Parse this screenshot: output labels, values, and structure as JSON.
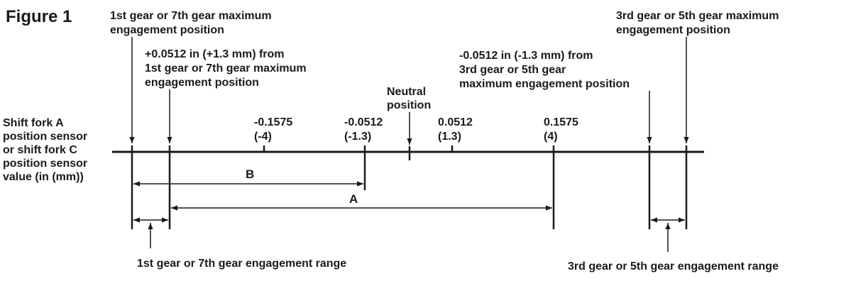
{
  "figure_label": "Figure 1",
  "axis_label": [
    "Shift fork A",
    "position sensor",
    "or shift fork C",
    "position sensor",
    "value (in (mm))"
  ],
  "callouts": {
    "first_max": [
      "1st gear or 7th gear maximum",
      "engagement position"
    ],
    "plus_offset": [
      "+0.0512 in (+1.3 mm) from",
      "1st gear or 7th gear maximum",
      "engagement position"
    ],
    "minus_offset": [
      "-0.0512 in (-1.3 mm) from",
      "3rd gear or 5th gear",
      "maximum engagement position"
    ],
    "third_max": [
      "3rd gear or 5th gear maximum",
      "engagement position"
    ],
    "neutral": [
      "Neutral",
      "position"
    ]
  },
  "ticks": [
    {
      "in": "-0.1575",
      "mm": "(-4)"
    },
    {
      "in": "-0.0512",
      "mm": "(-1.3)"
    },
    {
      "in": "0.0512",
      "mm": "(1.3)"
    },
    {
      "in": "0.1575",
      "mm": "(4)"
    }
  ],
  "ranges": {
    "a": "A",
    "b": "B",
    "first_range": "1st gear or 7th gear engagement range",
    "third_range": "3rd gear or 5th gear engagement range"
  }
}
